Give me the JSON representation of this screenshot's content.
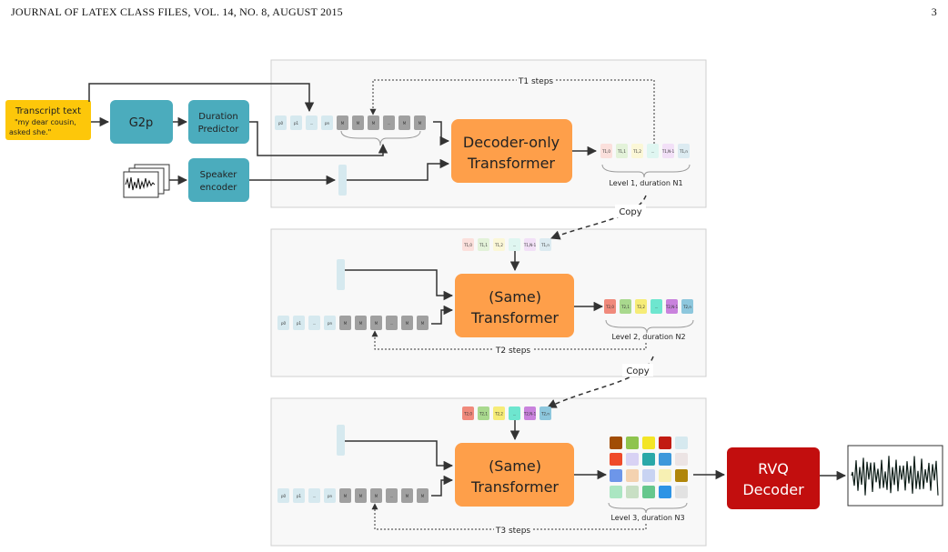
{
  "header": {
    "running_title": "JOURNAL OF LATEX CLASS FILES, VOL. 14, NO. 8, AUGUST 2015",
    "page_number": "3"
  },
  "figure": {
    "inputs": {
      "transcript_label": "Transcript text",
      "transcript_quote": "\"my dear cousin, asked she.\"",
      "g2p": "G2p",
      "duration_predictor": "Duration Predictor",
      "speaker_encoder": "Speaker encoder"
    },
    "stage1": {
      "model": "Decoder-only Transformer",
      "loop_label": "T1 steps",
      "output_caption": "Level 1, duration N1",
      "phoneme_tokens": [
        "p0",
        "p1",
        "...",
        "pn",
        "M",
        "M",
        "M",
        "...",
        "M",
        "M"
      ],
      "output_tokens": [
        "T1,0",
        "T1,1",
        "T1,2",
        "...",
        "T1,N-1",
        "T1,n"
      ]
    },
    "copy1": "Copy",
    "stage2": {
      "model": "(Same) Transformer",
      "loop_label": "T2 steps",
      "output_caption": "Level 2, duration N2",
      "input_tokens": [
        "T1,0",
        "T1,1",
        "T1,2",
        "...",
        "T1,N-1",
        "T1,n"
      ],
      "phoneme_tokens": [
        "p0",
        "p1",
        "...",
        "pn",
        "M",
        "M",
        "M",
        "...",
        "M",
        "M"
      ],
      "output_tokens": [
        "T2,0",
        "T2,1",
        "T2,2",
        "...",
        "T2,N-1",
        "T2,n"
      ]
    },
    "copy2": "Copy",
    "stage3": {
      "model": "(Same) Transformer",
      "loop_label": "T3 steps",
      "output_caption": "Level 3, duration N3",
      "input_tokens": [
        "T2,0",
        "T2,1",
        "T2,2",
        "...",
        "T2,N-1",
        "T2,n"
      ],
      "phoneme_tokens": [
        "p0",
        "p1",
        "...",
        "pn",
        "M",
        "M",
        "M",
        "...",
        "M",
        "M"
      ]
    },
    "rvq_decoder": "RVQ Decoder",
    "colors": {
      "teal": "#4bacbd",
      "orange": "#fe9f4a",
      "yellow": "#fdc70a",
      "dark_red": "#c20e0e",
      "light_blue_token": "#d6e9ef",
      "gray_mask": "#a0a0a0",
      "panel_bg": "#f8f8f8"
    }
  }
}
